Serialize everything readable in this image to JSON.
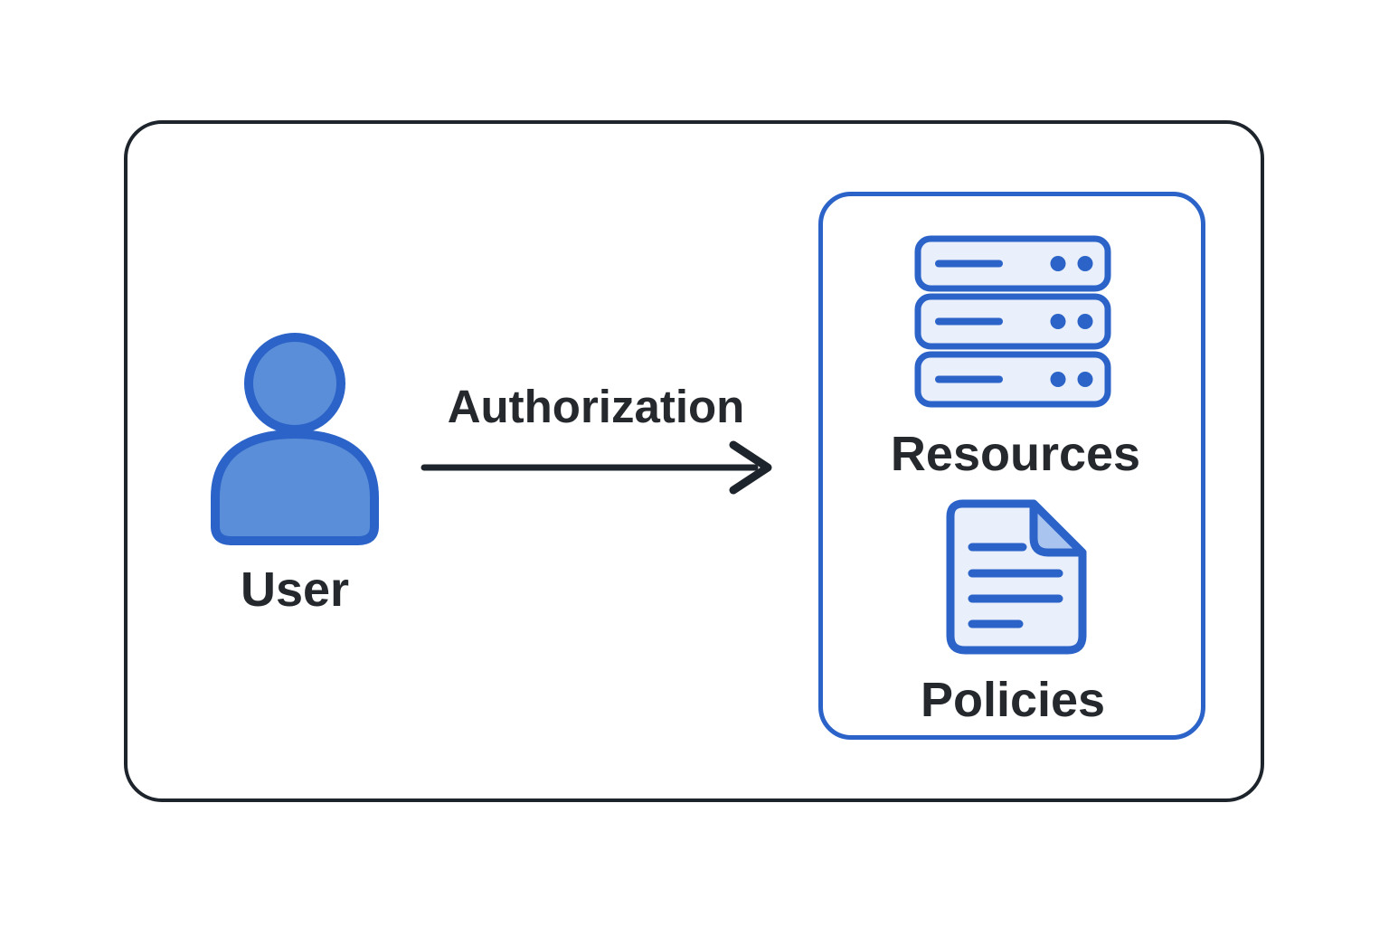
{
  "labels": {
    "user": "User",
    "arrow": "Authorization",
    "resources": "Resources",
    "policies": "Policies"
  },
  "icons": {
    "user": "person-icon",
    "resources": "server-stack-icon",
    "policies": "document-icon",
    "arrow": "right-arrow-icon"
  },
  "colors": {
    "outline": "#1e242b",
    "text": "#25292d",
    "blue_stroke": "#2b63c8",
    "blue_fill": "#5b8ed9",
    "light_fill": "#e9effb",
    "fold_fill": "#a8c4ef",
    "background": "#ffffff"
  }
}
